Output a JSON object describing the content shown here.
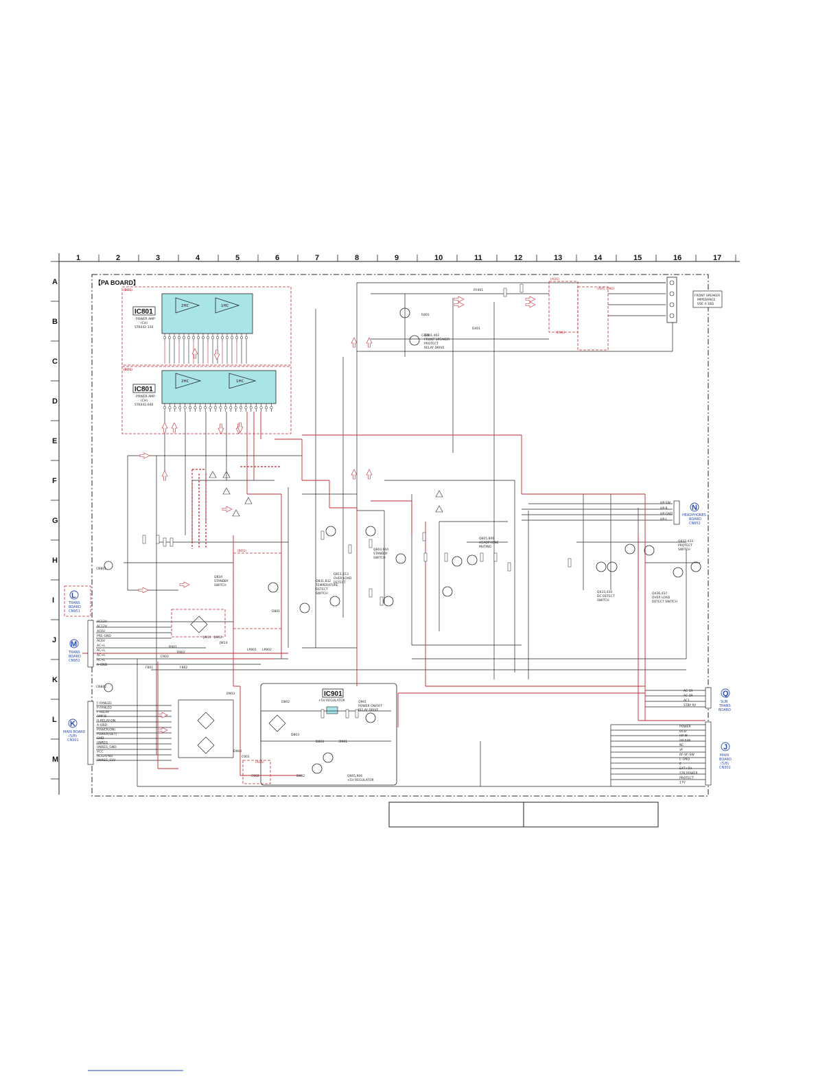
{
  "board_title": "【PA BOARD】",
  "columns": [
    "1",
    "2",
    "3",
    "4",
    "5",
    "6",
    "7",
    "8",
    "9",
    "10",
    "11",
    "12",
    "13",
    "14",
    "15",
    "16",
    "17"
  ],
  "rows": [
    "A",
    "B",
    "C",
    "D",
    "E",
    "F",
    "G",
    "H",
    "I",
    "J",
    "K",
    "L",
    "M"
  ],
  "ics": [
    {
      "ref": "IC801",
      "desc": "POWER AMP",
      "sub": "(CH)",
      "part": "STK442-130",
      "note": "(BOS)"
    },
    {
      "ref": "IC801",
      "desc": "POWER AMP",
      "sub": "(CH)",
      "part": "STK442-040",
      "note": "(BOS)"
    },
    {
      "ref": "IC901",
      "desc": "+5V REGULATOR",
      "sub": "",
      "part": "",
      "note": ""
    }
  ],
  "amp_blocks": [
    "2HC",
    "1HC",
    "2HC",
    "1HC"
  ],
  "connectors": {
    "L": [
      "TRANS",
      "BOARD",
      "CN951"
    ],
    "M": [
      "TRANS",
      "BOARD",
      "CN952"
    ],
    "K": [
      "MAIN BOARD",
      "(5/8)",
      "CN301"
    ],
    "N": [
      "HEADPHONES",
      "BOARD",
      "CN652"
    ],
    "Q": [
      "SUB",
      "TRANS",
      "BOARD"
    ],
    "J": [
      "MAIN",
      "BOARD",
      "(5/8)",
      "CN302"
    ]
  },
  "pins_left_M": [
    "AC12V",
    "AC12V",
    "AC6V",
    "PRE-GND",
    "AC6V",
    "AC+L",
    "AC+L",
    "AC+L",
    "AC+L",
    "A-GND"
  ],
  "pins_left_K": [
    "F-FANLED",
    "P-FANLED",
    "F-RELAY",
    "AMP-B",
    "H-RELAY-ON",
    "A-GND",
    "POWER(ON)",
    "POWER(DET)",
    "GND",
    "UNREG",
    "UNREG_GND",
    "VCC",
    "AC12V-ND",
    "UNREG_11V"
  ],
  "pins_right_J": [
    "POWER",
    "DCD",
    "HP-M",
    "HP-S/W",
    "NC",
    "VF",
    "RF-VF-SW",
    "E-GND",
    "E",
    "EXT+5V",
    "STK POWER",
    "PROTECT",
    "17V"
  ],
  "pins_right_Q": [
    "AC 1R",
    "AC 1R",
    "AC1",
    "STBY RY"
  ],
  "pins_right_N": [
    "HP-SW",
    "HP-R",
    "HP-GND",
    "HP-L"
  ],
  "speaker_label": [
    "FRONT SPEAKER",
    "IMPEDANCE",
    "USE 4-16Ω"
  ],
  "transistor_labels": [
    {
      "ref": "Q401,402",
      "desc": [
        "FRONT SPEAKER",
        "PROTECT",
        "RELAY DRIVE"
      ]
    },
    {
      "ref": "Q603,604",
      "desc": [
        "STANDBY",
        "SWITCH"
      ]
    },
    {
      "ref": "Q831,832",
      "desc": [
        "TEMPERATURE",
        "DETECT",
        "SWITCH"
      ]
    },
    {
      "ref": "Q834",
      "desc": [
        "STANDBY",
        "SWITCH"
      ]
    },
    {
      "ref": "Q605,606",
      "desc": [
        "HEADPHONE",
        "MUTING"
      ]
    },
    {
      "ref": "Q611,612",
      "desc": [
        "OVER LOAD",
        "DETECT"
      ]
    },
    {
      "ref": "Q432,433",
      "desc": [
        "PROTECT",
        "SWITCH"
      ]
    },
    {
      "ref": "Q433,434",
      "desc": [
        "DC DETECT",
        "SWITCH"
      ]
    },
    {
      "ref": "Q436,437",
      "desc": [
        "OVER LOAD",
        "DETECT SWITCH"
      ]
    },
    {
      "ref": "Q901",
      "desc": [
        "POWER ON/OFF",
        "RELAY DRIVE"
      ]
    },
    {
      "ref": "Q905,906",
      "desc": [
        "+5V REGULATOR"
      ]
    }
  ],
  "red_notes": [
    "(BOS)",
    "(BOS)",
    "(AUS)",
    "(AUS, ENG)",
    "(ENG)",
    "(BOS)",
    "(AUS)"
  ],
  "small_refs": [
    "CN801",
    "CN802",
    "RY401",
    "D401",
    "R401",
    "C401",
    "D801",
    "D802",
    "D803",
    "D804",
    "D901",
    "D902",
    "D903",
    "D904",
    "C901",
    "C902",
    "C903",
    "R901",
    "R902",
    "JW11",
    "JW12",
    "JW13",
    "F801",
    "F802",
    "LP801",
    "LP802"
  ],
  "bottom_table": [
    "",
    ""
  ],
  "colors": {
    "line": "#222222",
    "red": "#c0262a",
    "ic_fill": "#a9e4e8",
    "blue": "#2a4ab5"
  }
}
